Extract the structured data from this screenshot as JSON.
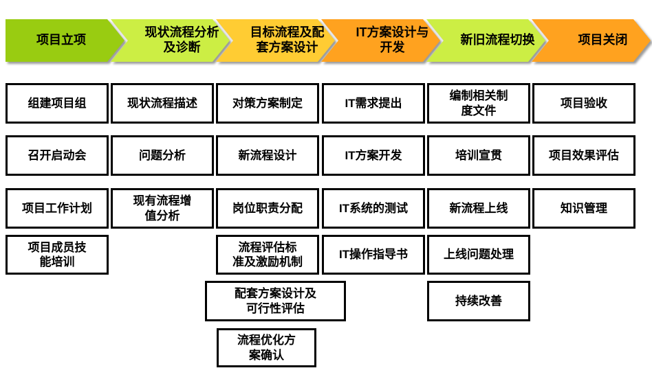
{
  "phases": [
    {
      "label": "项目立项",
      "color": "#99CC11"
    },
    {
      "label": "现状流程分析\n及诊断",
      "color": "#CCEE44"
    },
    {
      "label": "目标流程及配\n套方案设计",
      "color": "#FFCC33"
    },
    {
      "label": "IT方案设计与\n开发",
      "color": "#FFA21F"
    },
    {
      "label": "新旧流程切换",
      "color": "#CCEE44"
    },
    {
      "label": "项目关闭",
      "color": "#FFA21F"
    }
  ],
  "boxes": [
    {
      "label": "组建项目组"
    },
    {
      "label": "现状流程描述"
    },
    {
      "label": "对策方案制定"
    },
    {
      "label": "IT需求提出"
    },
    {
      "label": "编制相关制\n度文件"
    },
    {
      "label": "项目验收"
    },
    {
      "label": "召开启动会"
    },
    {
      "label": "问题分析"
    },
    {
      "label": "新流程设计"
    },
    {
      "label": "IT方案开发"
    },
    {
      "label": "培训宣贯"
    },
    {
      "label": "项目效果评估"
    },
    {
      "label": "项目工作计划"
    },
    {
      "label": "现有流程增\n值分析"
    },
    {
      "label": "岗位职责分配"
    },
    {
      "label": "IT系统的测试"
    },
    {
      "label": "新流程上线"
    },
    {
      "label": "知识管理"
    },
    {
      "label": "项目成员技\n能培训"
    },
    {
      "label": "流程评估标\n准及激励机制"
    },
    {
      "label": "IT操作指导书"
    },
    {
      "label": "上线问题处理"
    },
    {
      "label": "配套方案设计及\n可行性评估"
    },
    {
      "label": "持续改善"
    },
    {
      "label": "流程优化方\n案确认"
    }
  ],
  "colors": {
    "phase_green": "#99CC11",
    "phase_lime": "#CCEE44",
    "phase_gold": "#FFCC33",
    "phase_orange": "#FFA21F",
    "arrow_shadow": "#9A9A9A",
    "box_border": "#000000",
    "box_fill": "#FFFFFF",
    "text": "#000000"
  }
}
